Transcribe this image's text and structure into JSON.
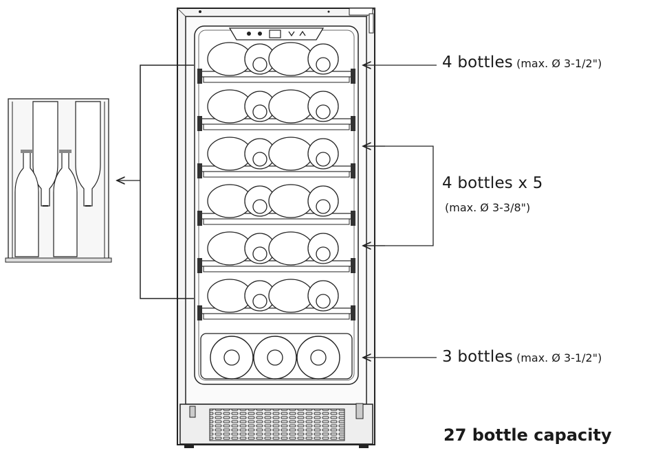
{
  "labels": {
    "top_main": "4 bottles",
    "top_sub": "(max. Ø 3-1/2\")",
    "mid_main": "4 bottles x 5",
    "mid_sub": "(max. Ø 3-3/8\")",
    "bottom_main": "3 bottles",
    "bottom_sub": "(max. Ø 3-1/2\")",
    "capacity": "27 bottle capacity"
  },
  "shelves": {
    "top": {
      "bottles": 4
    },
    "middle": {
      "bottles_per_shelf": 4,
      "shelf_count": 5
    },
    "bottom": {
      "bottles": 3
    }
  },
  "colors": {
    "line": "#222222",
    "cabinet": "#f4f4f4",
    "interior": "#ffffff",
    "panel": "#e2e2e2"
  }
}
